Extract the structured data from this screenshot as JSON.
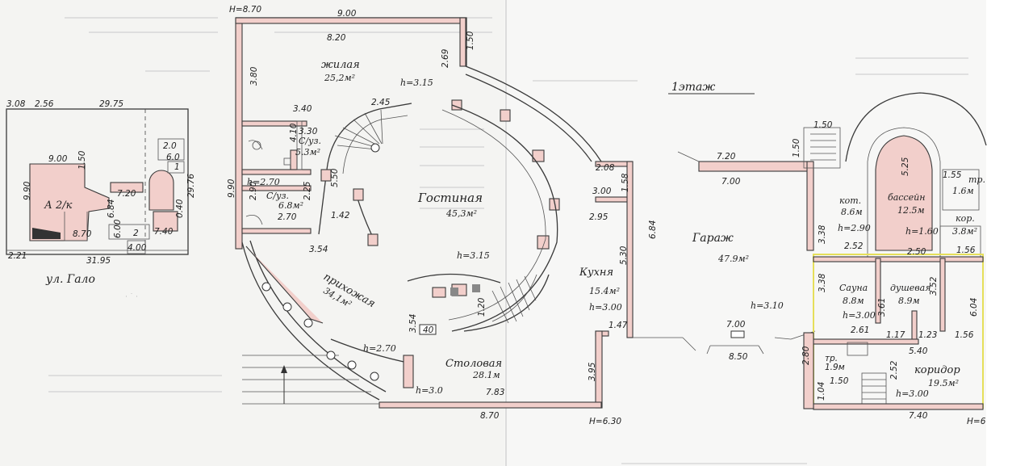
{
  "title": "1этаж",
  "site_plan": {
    "street": "ул. Гало",
    "house_label": "А 2/к",
    "dims": [
      "3.08",
      "2.56",
      "29.75",
      "9.00",
      "1.50",
      "9.90",
      "7.20",
      "6.84",
      "8.70",
      "6.00",
      "4.00",
      "7.40",
      "2",
      "29.76",
      "0.40",
      "1",
      "2.0",
      "6.0",
      "31.95",
      "2.21"
    ]
  },
  "levels": {
    "top_left": "H=8.70",
    "bottom": "H=6.30",
    "right": "H=6"
  },
  "rooms": [
    {
      "name": "жилая",
      "area": "25,2м²",
      "height": "h=3.15"
    },
    {
      "name": "Гостиная",
      "area": "45,3м²",
      "height": "h=3.15"
    },
    {
      "name": "С/уз.",
      "area": "5.3м²",
      "height": ""
    },
    {
      "name": "С/уз.",
      "area": "6.8м²",
      "height": "h=2.70"
    },
    {
      "name": "прихожая",
      "area": "34,1м²",
      "height": "h=2.70"
    },
    {
      "name": "Кухня",
      "area": "15.4м²",
      "height": "h=3.00"
    },
    {
      "name": "Столовая",
      "area": "28.1м",
      "height": "h=3.0"
    },
    {
      "name": "Гараж",
      "area": "47.9м²",
      "height": "h=3.10"
    },
    {
      "name": "кот.",
      "area": "8.6м",
      "height": "h=2.90"
    },
    {
      "name": "бассейн",
      "area": "12.5м",
      "height": "h=1.60"
    },
    {
      "name": "тр.",
      "area": "1.6м",
      "height": ""
    },
    {
      "name": "кор.",
      "area": "3.8м²",
      "height": ""
    },
    {
      "name": "Сауна",
      "area": "8.8м",
      "height": "h=3.00"
    },
    {
      "name": "душевая",
      "area": "8.9м",
      "height": ""
    },
    {
      "name": "коридор",
      "area": "19.5м²",
      "height": "h=3.00"
    },
    {
      "name": "тр.",
      "area": "1.9м",
      "height": ""
    }
  ],
  "dimensions": {
    "d900": "9.00",
    "d820": "8.20",
    "d150a": "1.50",
    "d269": "2.69",
    "d380": "3.80",
    "d340": "3.40",
    "d245": "2.45",
    "d410": "4.10",
    "d330": "3.30",
    "d990": "9.90",
    "d290": "2.90",
    "d225": "2.25",
    "d550": "5.50",
    "d270": "2.70",
    "d142": "1.42",
    "d354a": "3.54",
    "d208": "2.08",
    "d300": "3.00",
    "d158": "1.58",
    "d295": "2.95",
    "d530": "5.30",
    "d684": "6.84",
    "d720": "7.20",
    "d700a": "7.00",
    "d150b": "1.50",
    "d150c": "1.50",
    "d120": "1.20",
    "d354b": "3.54",
    "d40": "40",
    "d147": "1.47",
    "d395": "3.95",
    "d783": "7.83",
    "d870": "8.70",
    "d700b": "7.00",
    "d850": "8.50",
    "d525": "5.25",
    "d155": "1.55",
    "d338a": "3.38",
    "d252a": "2.52",
    "d250": "2.50",
    "d156a": "1.56",
    "d338b": "3.38",
    "d361": "3.61",
    "d352": "3.52",
    "d604": "6.04",
    "d261": "2.61",
    "d117": "1.17",
    "d123": "1.23",
    "d156b": "1.56",
    "d540": "5.40",
    "d280": "2.80",
    "d252b": "2.52",
    "d150d": "1.50",
    "d104": "1.04",
    "d740": "7.40"
  }
}
